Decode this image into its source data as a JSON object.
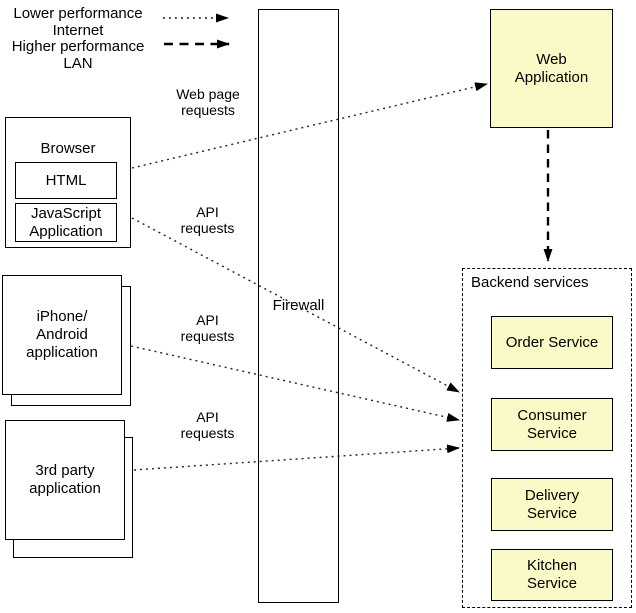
{
  "colors": {
    "service_fill": "#FAFAC8",
    "line": "#000000",
    "background": "#FFFFFF"
  },
  "legend": {
    "items": [
      {
        "label": "Lower performance\nInternet",
        "line_style": "dotted"
      },
      {
        "label": "Higher performance\nLAN",
        "line_style": "dashed"
      }
    ]
  },
  "clients": {
    "browser": {
      "title": "Browser",
      "html_label": "HTML",
      "js_label": "JavaScript\nApplication"
    },
    "mobile_label": "iPhone/\nAndroid\napplication",
    "third_party_label": "3rd party\napplication"
  },
  "firewall_label": "Firewall",
  "web_application_label": "Web\nApplication",
  "backend": {
    "title": "Backend services",
    "services": [
      {
        "label": "Order Service"
      },
      {
        "label": "Consumer\nService"
      },
      {
        "label": "Delivery\nService"
      },
      {
        "label": "Kitchen\nService"
      }
    ]
  },
  "edge_labels": {
    "web_page": "Web page\nrequests",
    "api_1": "API\nrequests",
    "api_2": "API\nrequests",
    "api_3": "API\nrequests"
  }
}
